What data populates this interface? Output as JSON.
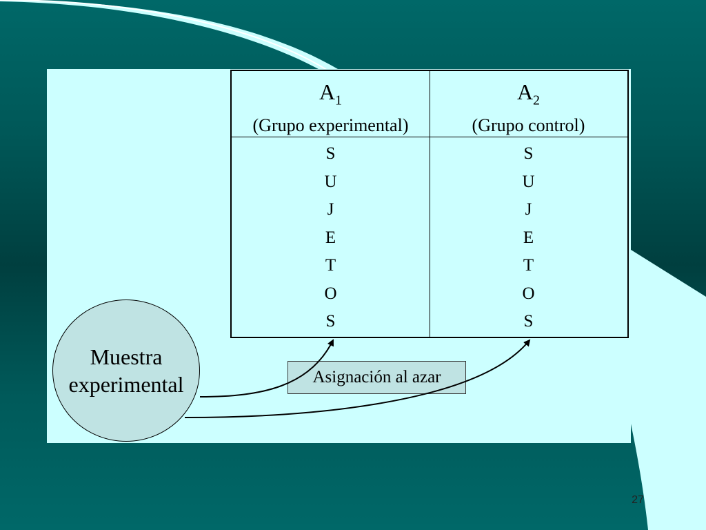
{
  "table": {
    "columns": [
      {
        "letter": "A",
        "subscript": "1",
        "caption": "(Grupo experimental)",
        "letters": [
          "S",
          "U",
          "J",
          "E",
          "T",
          "O",
          "S"
        ]
      },
      {
        "letter": "A",
        "subscript": "2",
        "caption": "(Grupo control)",
        "letters": [
          "S",
          "U",
          "J",
          "E",
          "T",
          "O",
          "S"
        ]
      }
    ]
  },
  "sample": {
    "line1": "Muestra",
    "line2": "experimental"
  },
  "assignment_label": "Asignación al azar",
  "slide_number": "27",
  "colors": {
    "background": "#005858",
    "panel": "#ccffff",
    "circle_fill": "#bfe3e3",
    "text": "#000000"
  }
}
